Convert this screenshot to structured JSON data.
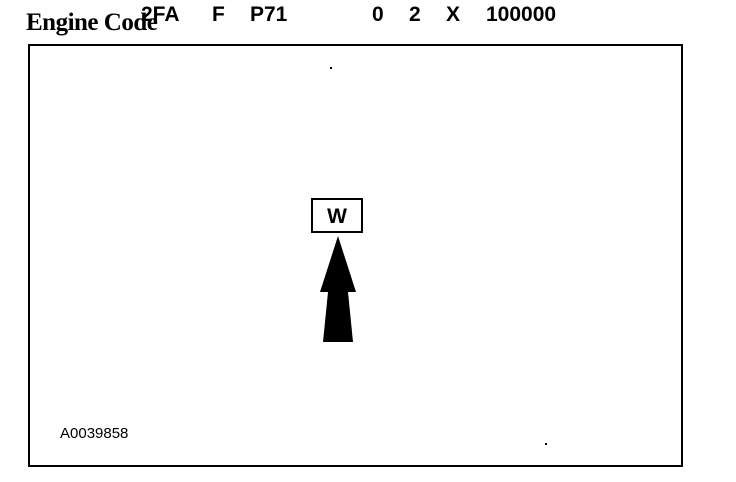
{
  "title": "Engine Code",
  "code_segments": [
    "2FA",
    "F",
    "P71",
    "W",
    "0",
    "2",
    "X",
    "100000"
  ],
  "highlighted_segment": "W",
  "figure_id": "A0039858",
  "icons": {
    "pointer": "up-arrow-icon"
  },
  "colors": {
    "ink": "#000000",
    "background": "#ffffff"
  }
}
